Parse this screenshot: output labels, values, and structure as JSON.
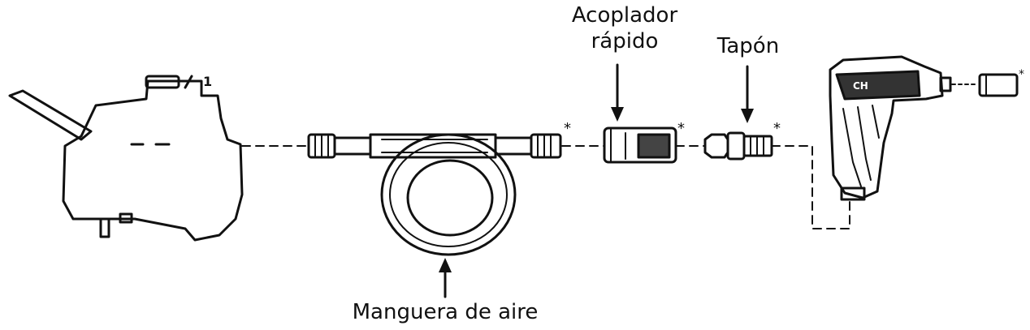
{
  "diagram": {
    "labels": {
      "coupler_line1": "Acoplador",
      "coupler_line2": "rápido",
      "plug": "Tapón",
      "hose": "Manguera de aire"
    },
    "compressor_tank_number": "1",
    "asterisk": "*",
    "tool_logo_text": "CH"
  }
}
